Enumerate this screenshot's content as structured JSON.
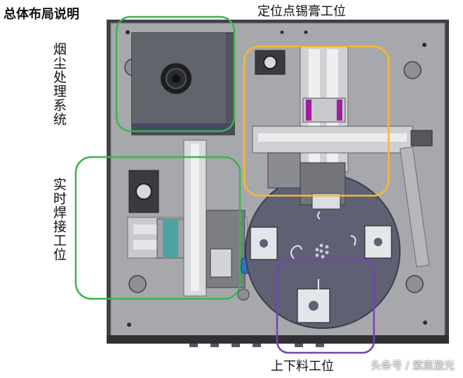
{
  "title": "总体布局说明",
  "labels": {
    "smoke_system": "烟尘处理系统",
    "realtime_welding": "实时焊接工位",
    "positioning_paste": "定位点锡膏工位",
    "loading_unloading": "上下料工位"
  },
  "watermark": {
    "source": "头条号",
    "separator": "/",
    "brand": "紫宸激光"
  },
  "colors": {
    "green_box": "#3bb54a",
    "yellow_box": "#f5b830",
    "purple_box": "#7b3fb6",
    "plate": "#a7a8ac",
    "turntable": "#5d6173",
    "accent_magenta": "#a21c9f"
  }
}
